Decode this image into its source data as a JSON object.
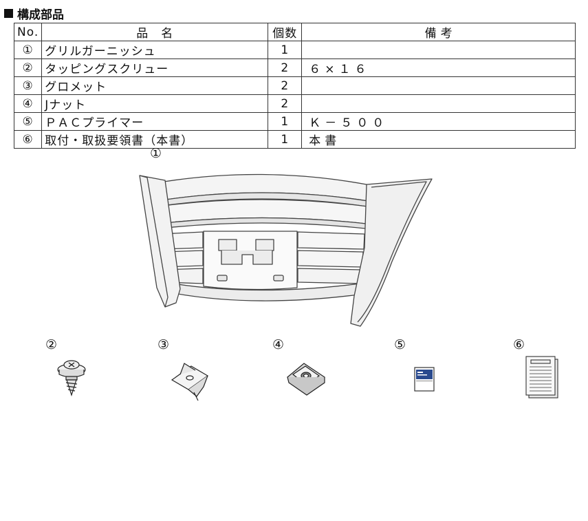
{
  "title": "構成部品",
  "table": {
    "headers": {
      "no": "No.",
      "name": "品　名",
      "qty": "個数",
      "note": "備考"
    },
    "rows": [
      {
        "no": "①",
        "name": "グリルガーニッシュ",
        "qty": "1",
        "note": ""
      },
      {
        "no": "②",
        "name": "タッピングスクリュー",
        "qty": "2",
        "note": "６×１６"
      },
      {
        "no": "③",
        "name": "グロメット",
        "qty": "2",
        "note": ""
      },
      {
        "no": "④",
        "name": "Jナット",
        "qty": "2",
        "note": ""
      },
      {
        "no": "⑤",
        "name": "ＰＡＣプライマー",
        "qty": "1",
        "note": "Ｋ－５００"
      },
      {
        "no": "⑥",
        "name": "取付・取扱要領書（本書）",
        "qty": "1",
        "note": "本書"
      }
    ]
  },
  "illustrations": {
    "grille_label": "①",
    "screw_label": "②",
    "grommet_label": "③",
    "jnut_label": "④",
    "primer_label": "⑤",
    "manual_label": "⑥"
  },
  "colors": {
    "primer_label_blue": "#2a4a8e"
  }
}
